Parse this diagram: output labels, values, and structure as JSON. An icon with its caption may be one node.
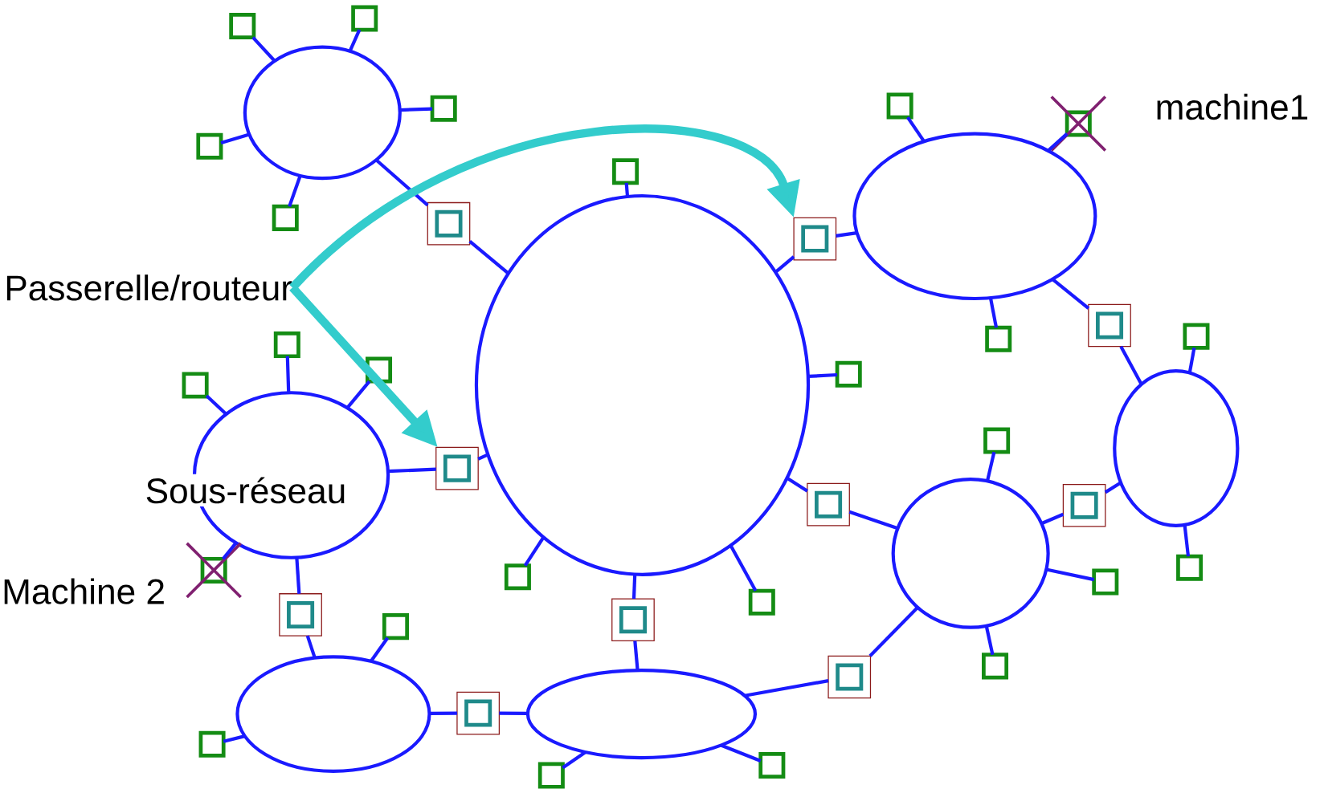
{
  "diagram": {
    "nodes": [
      {
        "text": [],
        "shape": "ellipse"
      },
      {
        "text": [],
        "shape": "ellipse"
      },
      {
        "text": [],
        "shape": "ellipse"
      },
      {
        "text": [
          "Sous-réseau"
        ]
      },
      {
        "text": [],
        "shape": "ellipse"
      },
      {
        "text": [],
        "shape": "ellipse"
      },
      {
        "text": [],
        "shape": "ellipse"
      },
      {
        "text": [],
        "shape": "ellipse"
      },
      {
        "text": [],
        "shape": "box"
      },
      {
        "text": [],
        "shape": "box"
      },
      {
        "text": [],
        "shape": "box"
      },
      {
        "text": [],
        "shape": "box"
      },
      {
        "text": [],
        "shape": "box"
      },
      {
        "text": [],
        "shape": "box"
      },
      {
        "text": [],
        "shape": "box"
      },
      {
        "text": [],
        "shape": "box"
      },
      {
        "text": [],
        "shape": "box"
      },
      {
        "text": [],
        "shape": "box"
      },
      {
        "text": [],
        "shape": "box"
      },
      {
        "text": [],
        "shape": "box"
      },
      {
        "text": [],
        "shape": "box"
      },
      {
        "text": [],
        "shape": "box"
      },
      {
        "text": [],
        "shape": "box"
      },
      {
        "text": [],
        "shape": "box"
      },
      {
        "text": [],
        "shape": "box"
      },
      {
        "text": [],
        "shape": "box"
      },
      {
        "text": [],
        "shape": "box"
      },
      {
        "text": [],
        "shape": "box"
      },
      {
        "text": [],
        "shape": "box",
        "beside": [
          "machine1"
        ]
      },
      {
        "text": [],
        "shape": "box"
      },
      {
        "text": [],
        "shape": "box"
      },
      {
        "text": [],
        "shape": "box"
      },
      {
        "text": [],
        "shape": "box"
      },
      {
        "text": [],
        "shape": "box",
        "beside": [
          "Machine 2"
        ]
      },
      {
        "text": [],
        "shape": "box"
      },
      {
        "text": [],
        "shape": "box"
      },
      {
        "text": [],
        "shape": "box"
      },
      {
        "text": [],
        "shape": "box"
      },
      {
        "text": [],
        "shape": "box"
      },
      {
        "text": [],
        "shape": "box"
      },
      {
        "text": [],
        "shape": "box"
      },
      {
        "text": [],
        "shape": "box"
      },
      {
        "text": [],
        "shape": "box"
      },
      {
        "text": [
          "Passerelle/routeur"
        ]
      }
    ],
    "edges": [
      {
        "from": 0,
        "to": 8,
        "arrow": "none"
      },
      {
        "from": 8,
        "to": 1,
        "arrow": "none"
      },
      {
        "from": 3,
        "to": 10,
        "arrow": "none"
      },
      {
        "from": 10,
        "to": 1,
        "arrow": "none"
      },
      {
        "from": 1,
        "to": 9,
        "arrow": "none"
      },
      {
        "from": 9,
        "to": 2,
        "arrow": "none"
      },
      {
        "from": 2,
        "to": 11,
        "arrow": "none"
      },
      {
        "from": 11,
        "to": 4,
        "arrow": "none"
      },
      {
        "from": 1,
        "to": 12,
        "arrow": "none"
      },
      {
        "from": 12,
        "to": 5,
        "arrow": "none"
      },
      {
        "from": 5,
        "to": 13,
        "arrow": "none"
      },
      {
        "from": 13,
        "to": 4,
        "arrow": "none"
      },
      {
        "from": 3,
        "to": 14,
        "arrow": "none"
      },
      {
        "from": 14,
        "to": 6,
        "arrow": "none"
      },
      {
        "from": 1,
        "to": 15,
        "arrow": "none"
      },
      {
        "from": 15,
        "to": 7,
        "arrow": "none"
      },
      {
        "from": 6,
        "to": 16,
        "arrow": "none"
      },
      {
        "from": 16,
        "to": 7,
        "arrow": "none"
      },
      {
        "from": 7,
        "to": 17,
        "arrow": "none"
      },
      {
        "from": 17,
        "to": 5,
        "arrow": "none"
      },
      {
        "from": 0,
        "to": 18,
        "arrow": "none"
      },
      {
        "from": 0,
        "to": 19,
        "arrow": "none"
      },
      {
        "from": 0,
        "to": 20,
        "arrow": "none"
      },
      {
        "from": 0,
        "to": 21,
        "arrow": "none"
      },
      {
        "from": 0,
        "to": 22,
        "arrow": "none"
      },
      {
        "from": 1,
        "to": 23,
        "arrow": "none"
      },
      {
        "from": 1,
        "to": 24,
        "arrow": "none"
      },
      {
        "from": 1,
        "to": 25,
        "arrow": "none"
      },
      {
        "from": 1,
        "to": 26,
        "arrow": "none"
      },
      {
        "from": 2,
        "to": 27,
        "arrow": "none"
      },
      {
        "from": 2,
        "to": 28,
        "arrow": "none"
      },
      {
        "from": 2,
        "to": 29,
        "arrow": "none"
      },
      {
        "from": 3,
        "to": 30,
        "arrow": "none"
      },
      {
        "from": 3,
        "to": 31,
        "arrow": "none"
      },
      {
        "from": 3,
        "to": 32,
        "arrow": "none"
      },
      {
        "from": 3,
        "to": 33,
        "arrow": "none"
      },
      {
        "from": 4,
        "to": 34,
        "arrow": "none"
      },
      {
        "from": 4,
        "to": 35,
        "arrow": "none"
      },
      {
        "from": 5,
        "to": 36,
        "arrow": "none"
      },
      {
        "from": 5,
        "to": 37,
        "arrow": "none"
      },
      {
        "from": 5,
        "to": 38,
        "arrow": "none"
      },
      {
        "from": 6,
        "to": 39,
        "arrow": "none"
      },
      {
        "from": 6,
        "to": 40,
        "arrow": "none"
      },
      {
        "from": 7,
        "to": 41,
        "arrow": "none"
      },
      {
        "from": 7,
        "to": 42,
        "arrow": "none"
      },
      {
        "from": 43,
        "to": 9,
        "arrow": "to",
        "style": "thick",
        "color": "#33cccc"
      },
      {
        "from": 43,
        "to": 10,
        "arrow": "to",
        "style": "thick",
        "color": "#33cccc"
      }
    ]
  }
}
